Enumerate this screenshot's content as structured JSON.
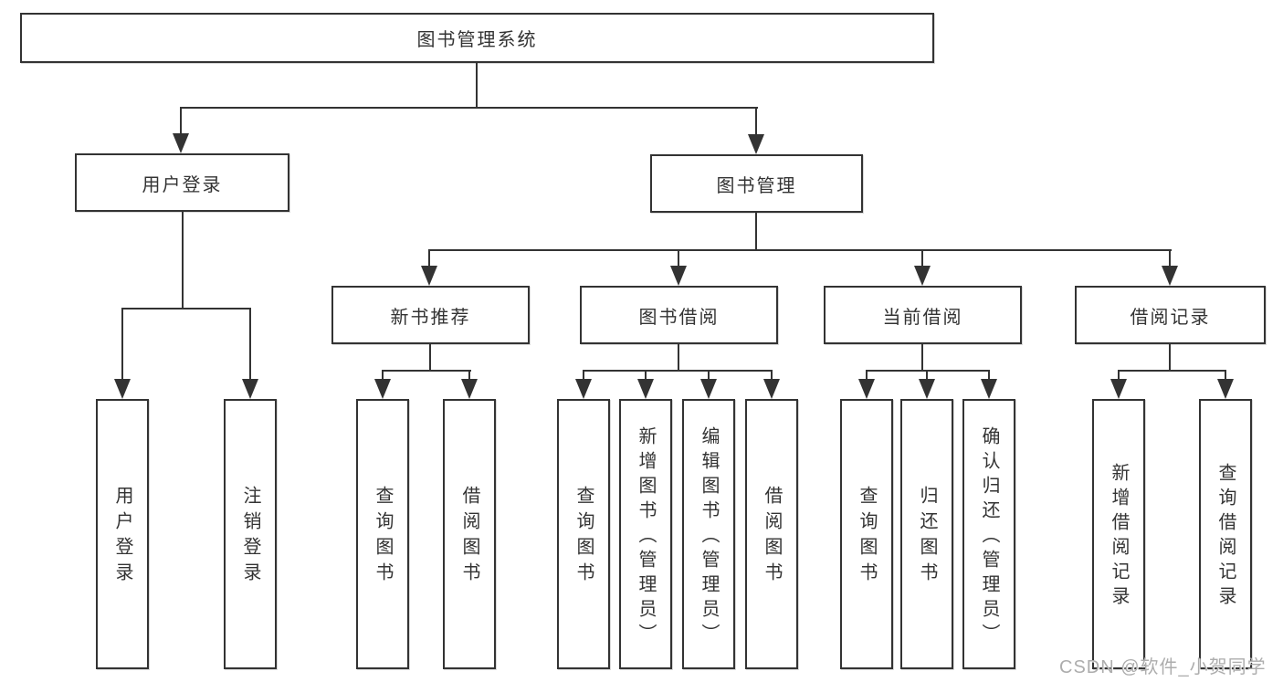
{
  "tree": {
    "root": "图书管理系统",
    "branches": [
      {
        "label": "用户登录",
        "children": [
          "用户登录",
          "注销登录"
        ]
      },
      {
        "label": "图书管理",
        "groups": [
          {
            "label": "新书推荐",
            "children": [
              "查询图书",
              "借阅图书"
            ]
          },
          {
            "label": "图书借阅",
            "children": [
              "查询图书",
              "新增图书（管理员）",
              "编辑图书（管理员）",
              "借阅图书"
            ]
          },
          {
            "label": "当前借阅",
            "children": [
              "查询图书",
              "归还图书",
              "确认归还（管理员）"
            ]
          },
          {
            "label": "借阅记录",
            "children": [
              "新增借阅记录",
              "查询借阅记录"
            ]
          }
        ]
      }
    ]
  },
  "watermark": {
    "text": "CSDN @软件_小贺同学",
    "color": "#adadad"
  },
  "colors": {
    "line": "#333333",
    "text": "#333333",
    "background": "#ffffff"
  }
}
